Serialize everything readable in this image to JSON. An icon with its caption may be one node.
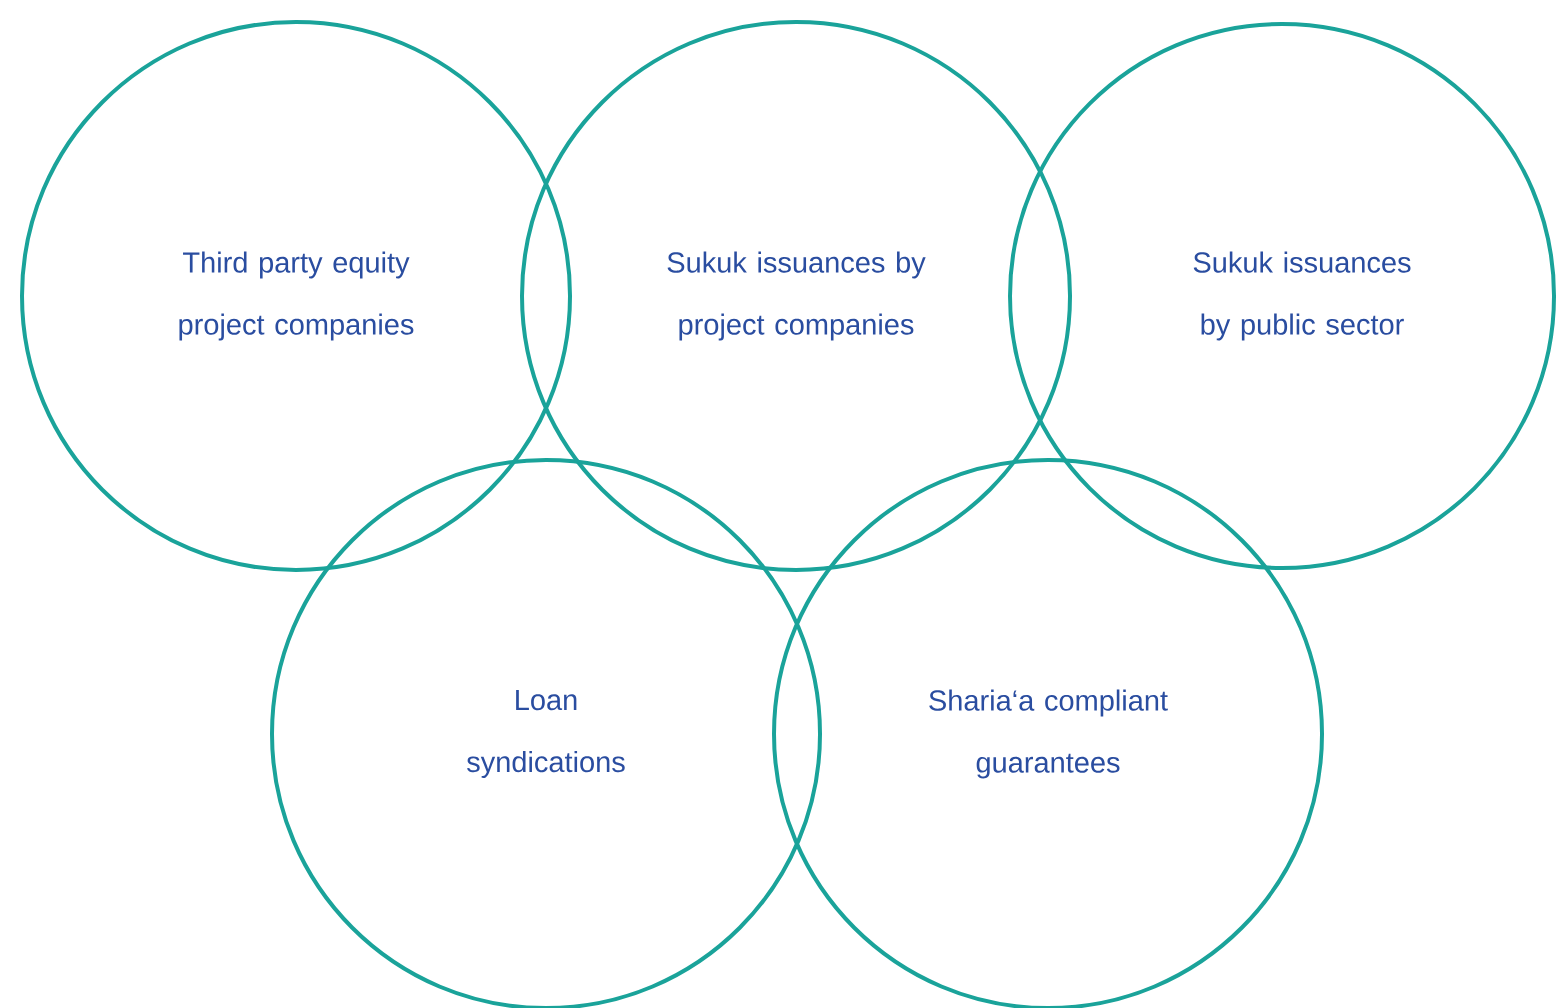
{
  "diagram": {
    "nodes": [
      {
        "text": [
          "Third party equity project companies"
        ]
      },
      {
        "text": [
          "Sukuk issuances by project companies"
        ]
      },
      {
        "text": [
          "Sukuk issuances by public sector"
        ]
      },
      {
        "text": [
          "Loan syndications"
        ]
      },
      {
        "text": [
          "Sharia‘a compliant guarantees"
        ]
      }
    ]
  }
}
